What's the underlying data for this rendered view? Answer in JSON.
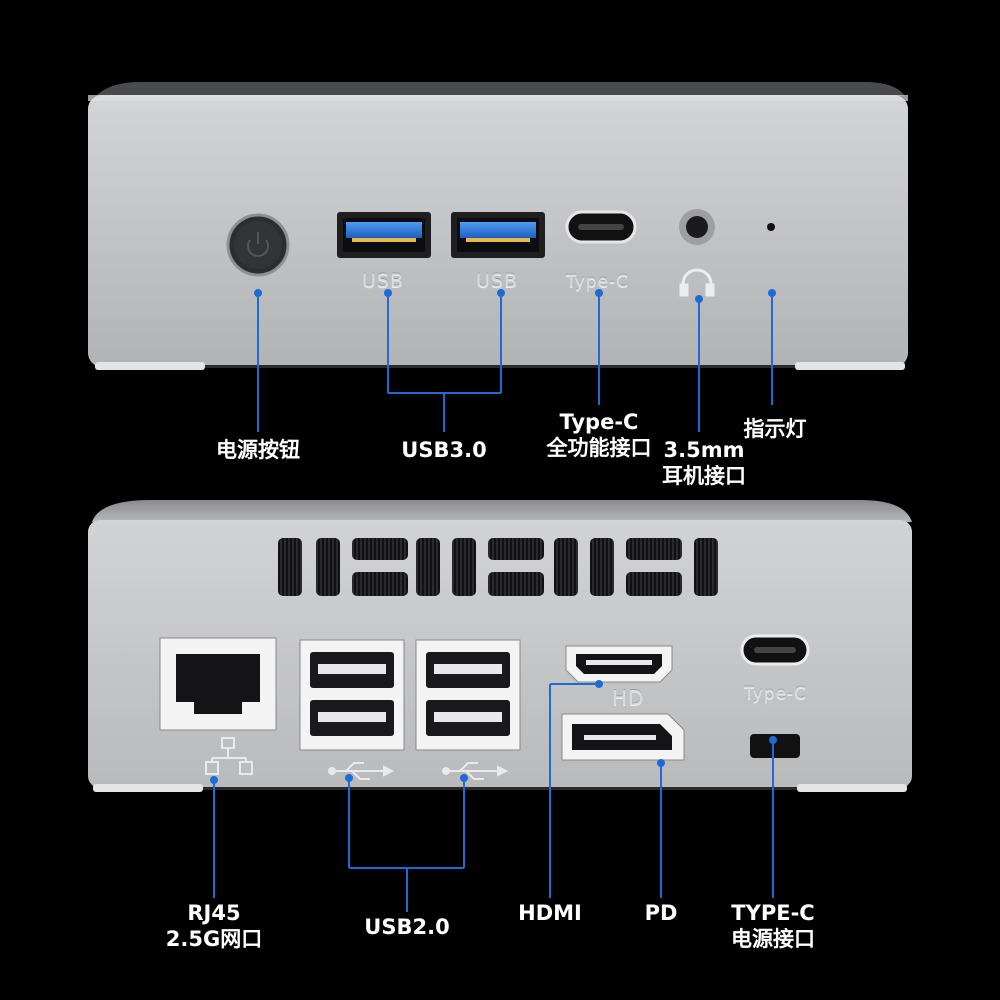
{
  "front_panel": {
    "port_engravings": {
      "usb_1": "USB",
      "usb_2": "USB",
      "type_c": "Type-C"
    },
    "callouts": {
      "power_button": "电源按钮",
      "usb30": "USB3.0",
      "typec_line1": "Type-C",
      "typec_line2": "全功能接口",
      "audio_line1": "3.5mm",
      "audio_line2": "耳机接口",
      "indicator": "指示灯"
    }
  },
  "rear_panel": {
    "port_engravings": {
      "hd": "HD",
      "type_c": "Type-C"
    },
    "callouts": {
      "rj45_line1": "RJ45",
      "rj45_line2": "2.5G网口",
      "usb20": "USB2.0",
      "hdmi": "HDMI",
      "pd": "PD",
      "typec_line1": "TYPE-C",
      "typec_line2": "电源接口"
    }
  },
  "colors": {
    "background": "#000000",
    "chassis": "#c4c5c7",
    "callout_line": "#1e6bd6",
    "usb30_blue": "#2f7fe0",
    "text": "#ffffff"
  }
}
